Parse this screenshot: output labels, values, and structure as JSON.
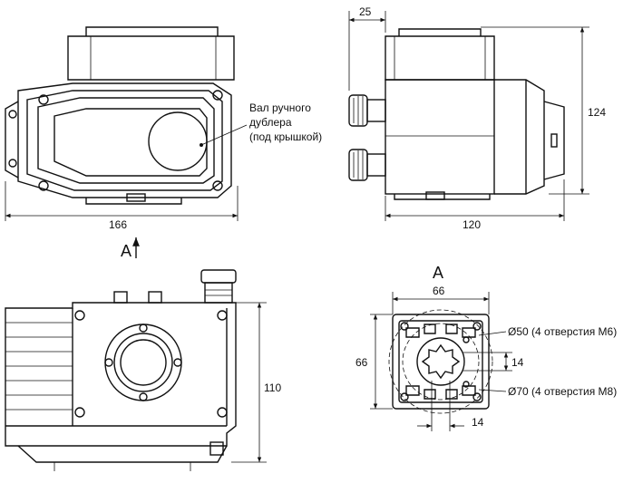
{
  "dimensions": {
    "front_width": "166",
    "side_depth": "120",
    "side_height": "124",
    "gland_offset": "25",
    "bottom_height": "110",
    "flange_width": "66",
    "flange_height": "66",
    "shaft_vertical": "14",
    "shaft_horizontal": "14"
  },
  "labels": {
    "manual_line1": "Вал ручного",
    "manual_line2": "дублера",
    "manual_line3": "(под крышкой)",
    "view_arrow": "A",
    "view_title": "A",
    "holes_50": "Ø50 (4 отверстия М6)",
    "holes_70": "Ø70 (4 отверстия М8)"
  }
}
